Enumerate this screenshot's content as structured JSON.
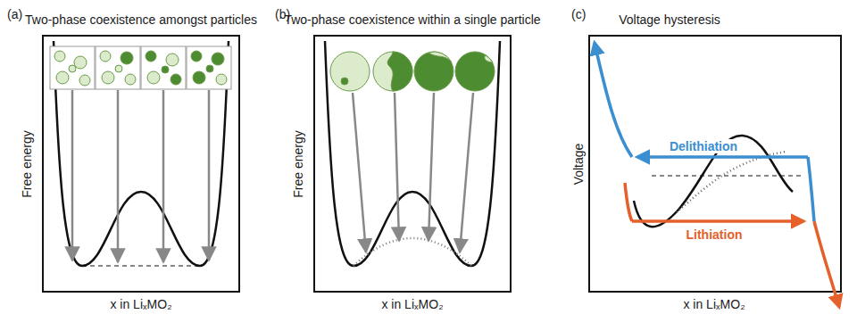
{
  "diagram": {
    "labels": [
      "(a)",
      "Two-phase coexistence amongst particles",
      "Free energy",
      "x in LiₓMO₂",
      "(b)",
      "Two-phase coexistence within a single particle",
      "Free energy",
      "x in LiₓMO₂",
      "(c)",
      "Voltage hysteresis",
      "Voltage",
      "Delithiation",
      "Lithiation",
      "x in LiₓMO₂"
    ]
  }
}
